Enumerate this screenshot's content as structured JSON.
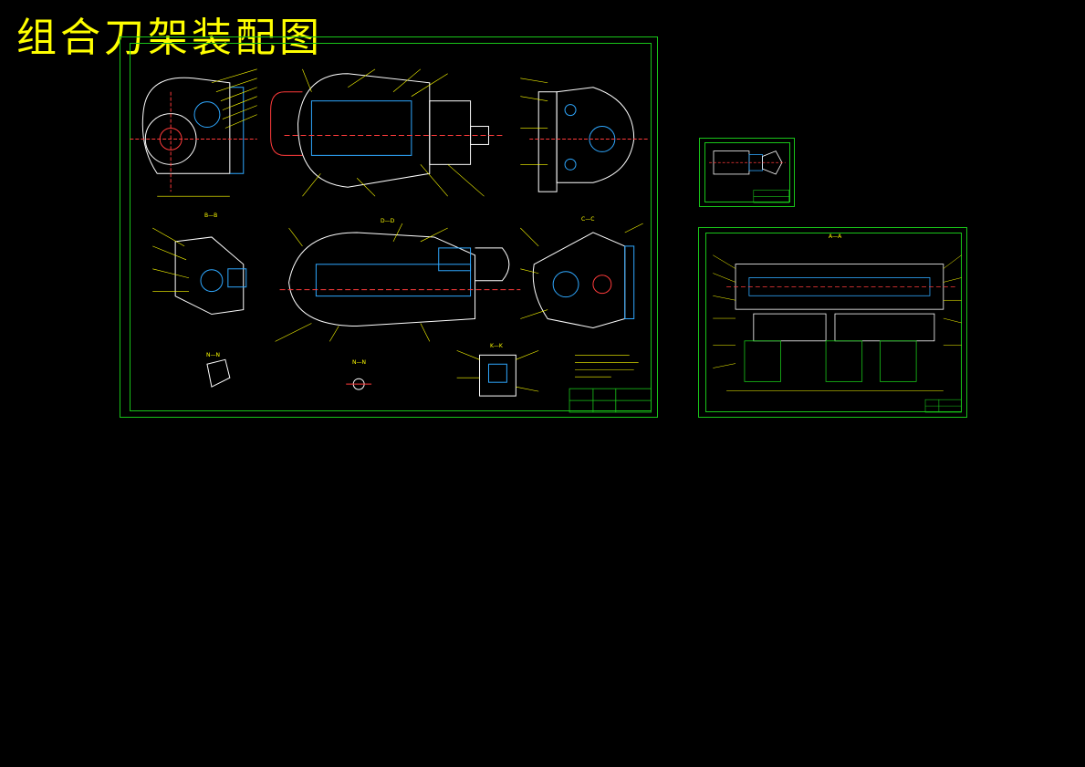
{
  "page": {
    "title": "组合刀架装配图"
  },
  "colors": {
    "background": "#000000",
    "frame": "#19c519",
    "title": "#ffff00",
    "lines": "#ffffff",
    "hatch": "#2fa8ff",
    "dims": "#ffff00",
    "accent": "#ff3b3b"
  },
  "main_sheet": {
    "views": {
      "b": "B—B",
      "d": "D—D",
      "c": "C—C",
      "n1": "N—N",
      "n2": "N—N",
      "k": "K—K"
    }
  },
  "right_sheet": {
    "view": "A—A"
  }
}
